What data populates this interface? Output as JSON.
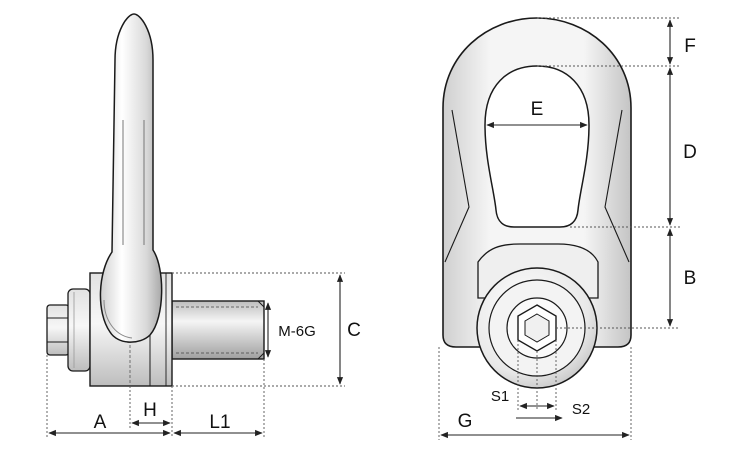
{
  "labels": {
    "A": "A",
    "H": "H",
    "L1": "L1",
    "C": "C",
    "thread": "M-6G",
    "E": "E",
    "F": "F",
    "D": "D",
    "B": "B",
    "G": "G",
    "S1": "S1",
    "S2": "S2"
  },
  "colors": {
    "outline": "#1a1a1a",
    "dim_line": "#222222",
    "extension_dotted": "#555555",
    "metal_light": "#f2f2f2",
    "metal_dark": "#b9b9b9",
    "background": "#ffffff"
  }
}
